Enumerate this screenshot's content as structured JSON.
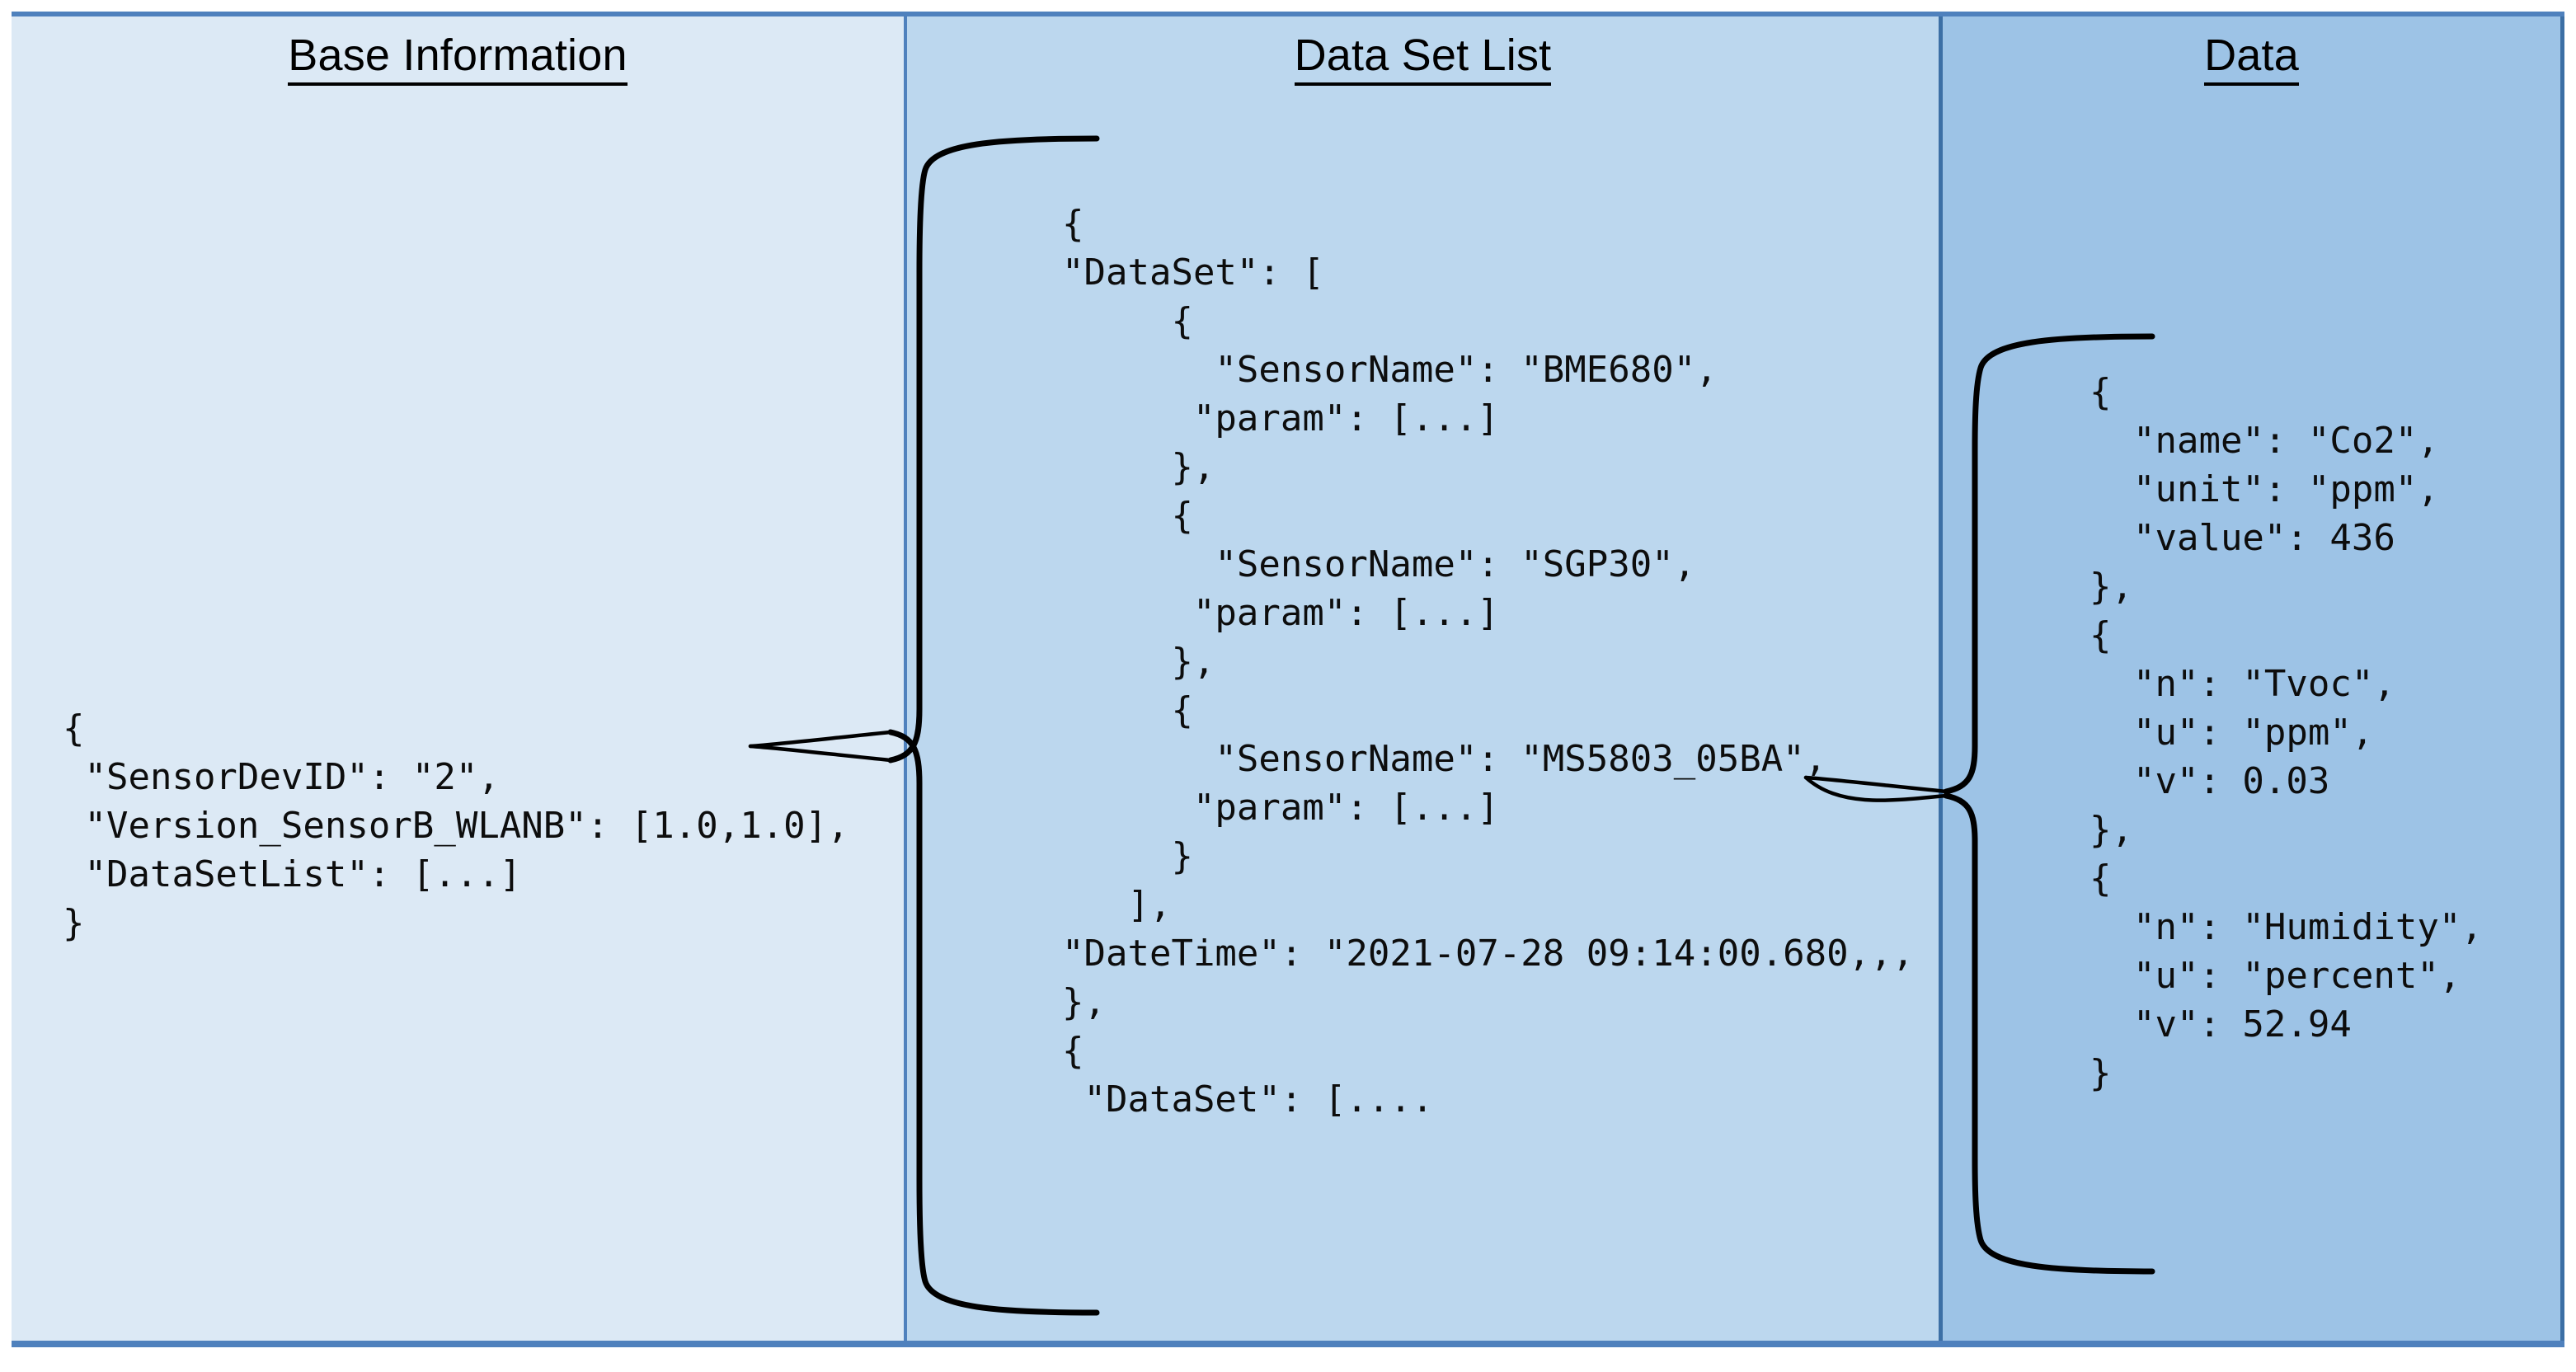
{
  "figure": {
    "accent_color": "#4f81bd",
    "panel_colors": {
      "base": "#dce9f5",
      "dataset": "#bcd7ee",
      "data": "#9dc3e6"
    },
    "connector_color": "#000000"
  },
  "panels": {
    "base": {
      "title": "Base Information",
      "code_lines": [
        "{",
        " \"SensorDevID\": \"2\",",
        " \"Version_SensorB_WLANB\": [1.0,1.0],",
        " \"DataSetList\": [...]",
        "}"
      ],
      "code_text": "{\n \"SensorDevID\": \"2\",\n \"Version_SensorB_WLANB\": [1.0,1.0],\n \"DataSetList\": [...]\n}"
    },
    "dataset": {
      "title": "Data Set List",
      "code_lines": [
        "{",
        "\"DataSet\": [",
        "     {",
        "       \"SensorName\": \"BME680\",",
        "      \"param\": [...]",
        "     },",
        "     {",
        "       \"SensorName\": \"SGP30\",",
        "      \"param\": [...]",
        "     },",
        "     {",
        "       \"SensorName\": \"MS5803_05BA\",",
        "      \"param\": [...]",
        "     }",
        "   ],",
        "\"DateTime\": \"2021-07-28 09:14:00.680,,,",
        "},",
        "{",
        " \"DataSet\": [...."
      ],
      "code_text": "{\n\"DataSet\": [\n     {\n       \"SensorName\": \"BME680\",\n      \"param\": [...]\n     },\n     {\n       \"SensorName\": \"SGP30\",\n      \"param\": [...]\n     },\n     {\n       \"SensorName\": \"MS5803_05BA\",\n      \"param\": [...]\n     }\n   ],\n\"DateTime\": \"2021-07-28 09:14:00.680,,,\n},\n{\n \"DataSet\": [...."
    },
    "data": {
      "title": "Data",
      "code_lines": [
        "{",
        "  \"name\": \"Co2\",",
        "  \"unit\": \"ppm\",",
        "  \"value\": 436",
        "},",
        "{",
        "  \"n\": \"Tvoc\",",
        "  \"u\": \"ppm\",",
        "  \"v\": 0.03",
        "},",
        "{",
        "  \"n\": \"Humidity\",",
        "  \"u\": \"percent\",",
        "  \"v\": 52.94",
        "}"
      ],
      "code_text": "{\n  \"name\": \"Co2\",\n  \"unit\": \"ppm\",\n  \"value\": 436\n},\n{\n  \"n\": \"Tvoc\",\n  \"u\": \"ppm\",\n  \"v\": 0.03\n},\n{\n  \"n\": \"Humidity\",\n  \"u\": \"percent\",\n  \"v\": 52.94\n}"
    }
  },
  "connectors": [
    {
      "name": "datasetlist-expansion-brace",
      "from": "\"DataSetList\": [...]",
      "to": "Data Set List"
    },
    {
      "name": "param-expansion-brace",
      "from": "\"param\": [...]",
      "to": "Data"
    }
  ]
}
